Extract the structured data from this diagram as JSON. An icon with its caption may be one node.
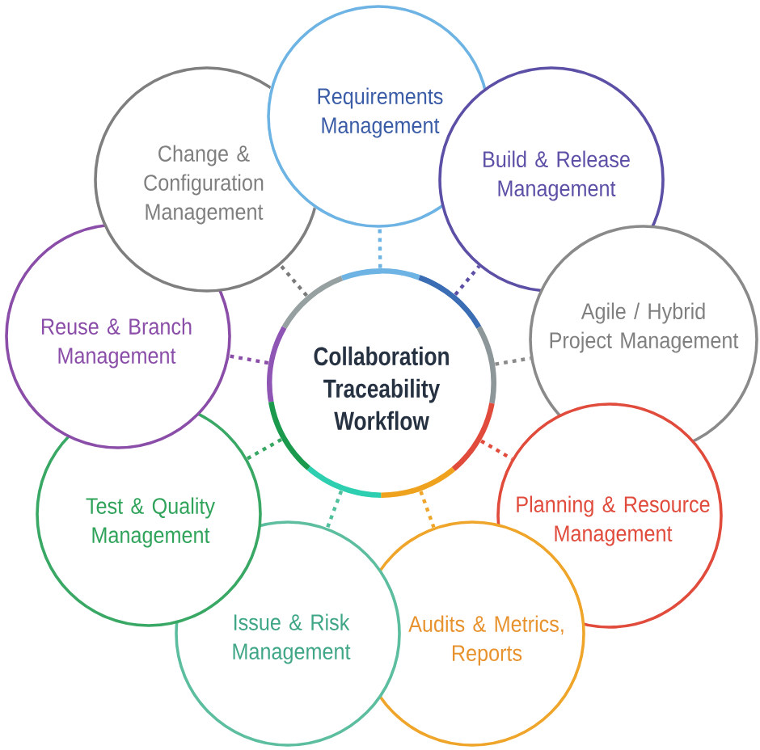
{
  "diagram": {
    "nodes": [
      {
        "text": [
          "Collaboration Traceability Workflow"
        ]
      },
      {
        "text": [
          "Requirements Management"
        ]
      },
      {
        "text": [
          "Build & Release Management"
        ]
      },
      {
        "text": [
          "Agile / Hybrid Project Management"
        ]
      },
      {
        "text": [
          "Planning & Resource Management"
        ]
      },
      {
        "text": [
          "Audits & Metrics, Reports"
        ]
      },
      {
        "text": [
          "Issue & Risk Management"
        ]
      },
      {
        "text": [
          "Test & Quality Management"
        ]
      },
      {
        "text": [
          "Reuse & Branch Management"
        ]
      },
      {
        "text": [
          "Change & Configuration Management"
        ]
      }
    ],
    "edges": [
      {
        "from": 0,
        "to": 1,
        "arrow": "none",
        "style": "dashed",
        "color": "#6db3e3"
      },
      {
        "from": 0,
        "to": 2,
        "arrow": "none",
        "style": "dashed",
        "color": "#5b4fa6"
      },
      {
        "from": 0,
        "to": 3,
        "arrow": "none",
        "style": "dashed",
        "color": "#8a8a8a"
      },
      {
        "from": 0,
        "to": 4,
        "arrow": "none",
        "style": "dashed",
        "color": "#e04b3c"
      },
      {
        "from": 0,
        "to": 5,
        "arrow": "none",
        "style": "dashed",
        "color": "#efa52a"
      },
      {
        "from": 0,
        "to": 6,
        "arrow": "none",
        "style": "dashed",
        "color": "#4fbf9c"
      },
      {
        "from": 0,
        "to": 7,
        "arrow": "none",
        "style": "dashed",
        "color": "#3aa865"
      },
      {
        "from": 0,
        "to": 8,
        "arrow": "none",
        "style": "dashed",
        "color": "#8a4da8"
      },
      {
        "from": 0,
        "to": 9,
        "arrow": "none",
        "style": "dashed",
        "color": "#7a7a7a"
      }
    ]
  }
}
